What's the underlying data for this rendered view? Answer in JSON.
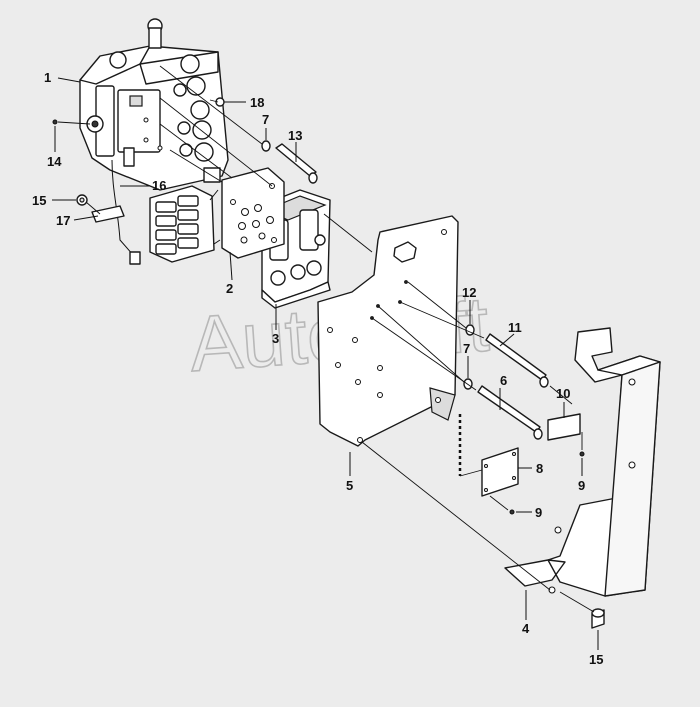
{
  "watermark": "AutoSoft",
  "callouts": [
    {
      "id": "c1",
      "label": "1"
    },
    {
      "id": "c2",
      "label": "2"
    },
    {
      "id": "c3",
      "label": "3"
    },
    {
      "id": "c4",
      "label": "4"
    },
    {
      "id": "c5",
      "label": "5"
    },
    {
      "id": "c6",
      "label": "6"
    },
    {
      "id": "c7a",
      "label": "7"
    },
    {
      "id": "c7b",
      "label": "7"
    },
    {
      "id": "c8",
      "label": "8"
    },
    {
      "id": "c9a",
      "label": "9"
    },
    {
      "id": "c9b",
      "label": "9"
    },
    {
      "id": "c10",
      "label": "10"
    },
    {
      "id": "c11",
      "label": "11"
    },
    {
      "id": "c12",
      "label": "12"
    },
    {
      "id": "c13",
      "label": "13"
    },
    {
      "id": "c14",
      "label": "14"
    },
    {
      "id": "c15a",
      "label": "15"
    },
    {
      "id": "c15b",
      "label": "15"
    },
    {
      "id": "c16",
      "label": "16"
    },
    {
      "id": "c17",
      "label": "17"
    },
    {
      "id": "c18",
      "label": "18"
    }
  ]
}
